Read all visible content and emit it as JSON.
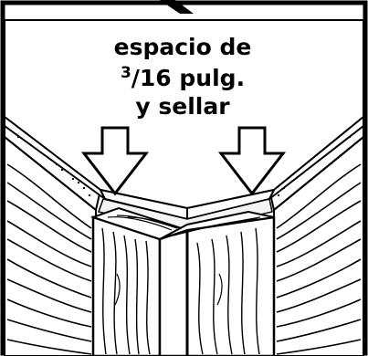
{
  "caption": {
    "line1": "espacio de",
    "frac_num": "3",
    "frac_rest": "/16 pulg.",
    "line3": "y sellar"
  },
  "colors": {
    "ink": "#000000",
    "paper": "#ffffff",
    "caulk_gap": "#f4f4f4"
  },
  "icons": {
    "left_arrow": "down-arrow-icon",
    "right_arrow": "down-arrow-icon"
  }
}
